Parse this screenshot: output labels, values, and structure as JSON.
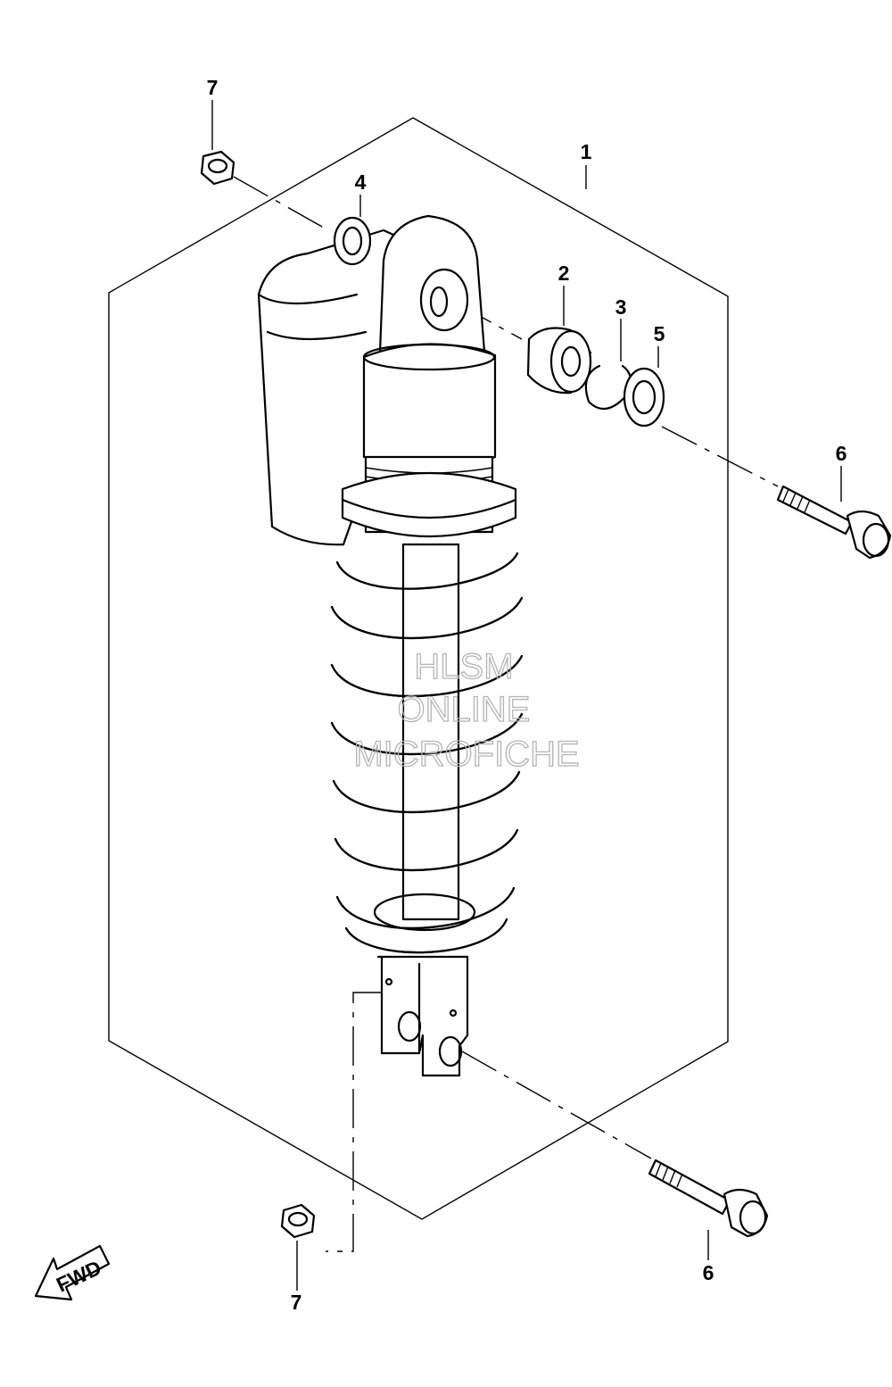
{
  "diagram": {
    "callouts": [
      {
        "id": "callout-1",
        "text": "1"
      },
      {
        "id": "callout-2",
        "text": "2"
      },
      {
        "id": "callout-3",
        "text": "3"
      },
      {
        "id": "callout-4",
        "text": "4"
      },
      {
        "id": "callout-5",
        "text": "5"
      },
      {
        "id": "callout-6-top",
        "text": "6"
      },
      {
        "id": "callout-6-bottom",
        "text": "6"
      },
      {
        "id": "callout-7-top",
        "text": "7"
      },
      {
        "id": "callout-7-bottom",
        "text": "7"
      }
    ],
    "fwd_label": "FWD",
    "watermark": [
      "HLSM",
      "ONLINE",
      "MICROFICHE"
    ]
  }
}
